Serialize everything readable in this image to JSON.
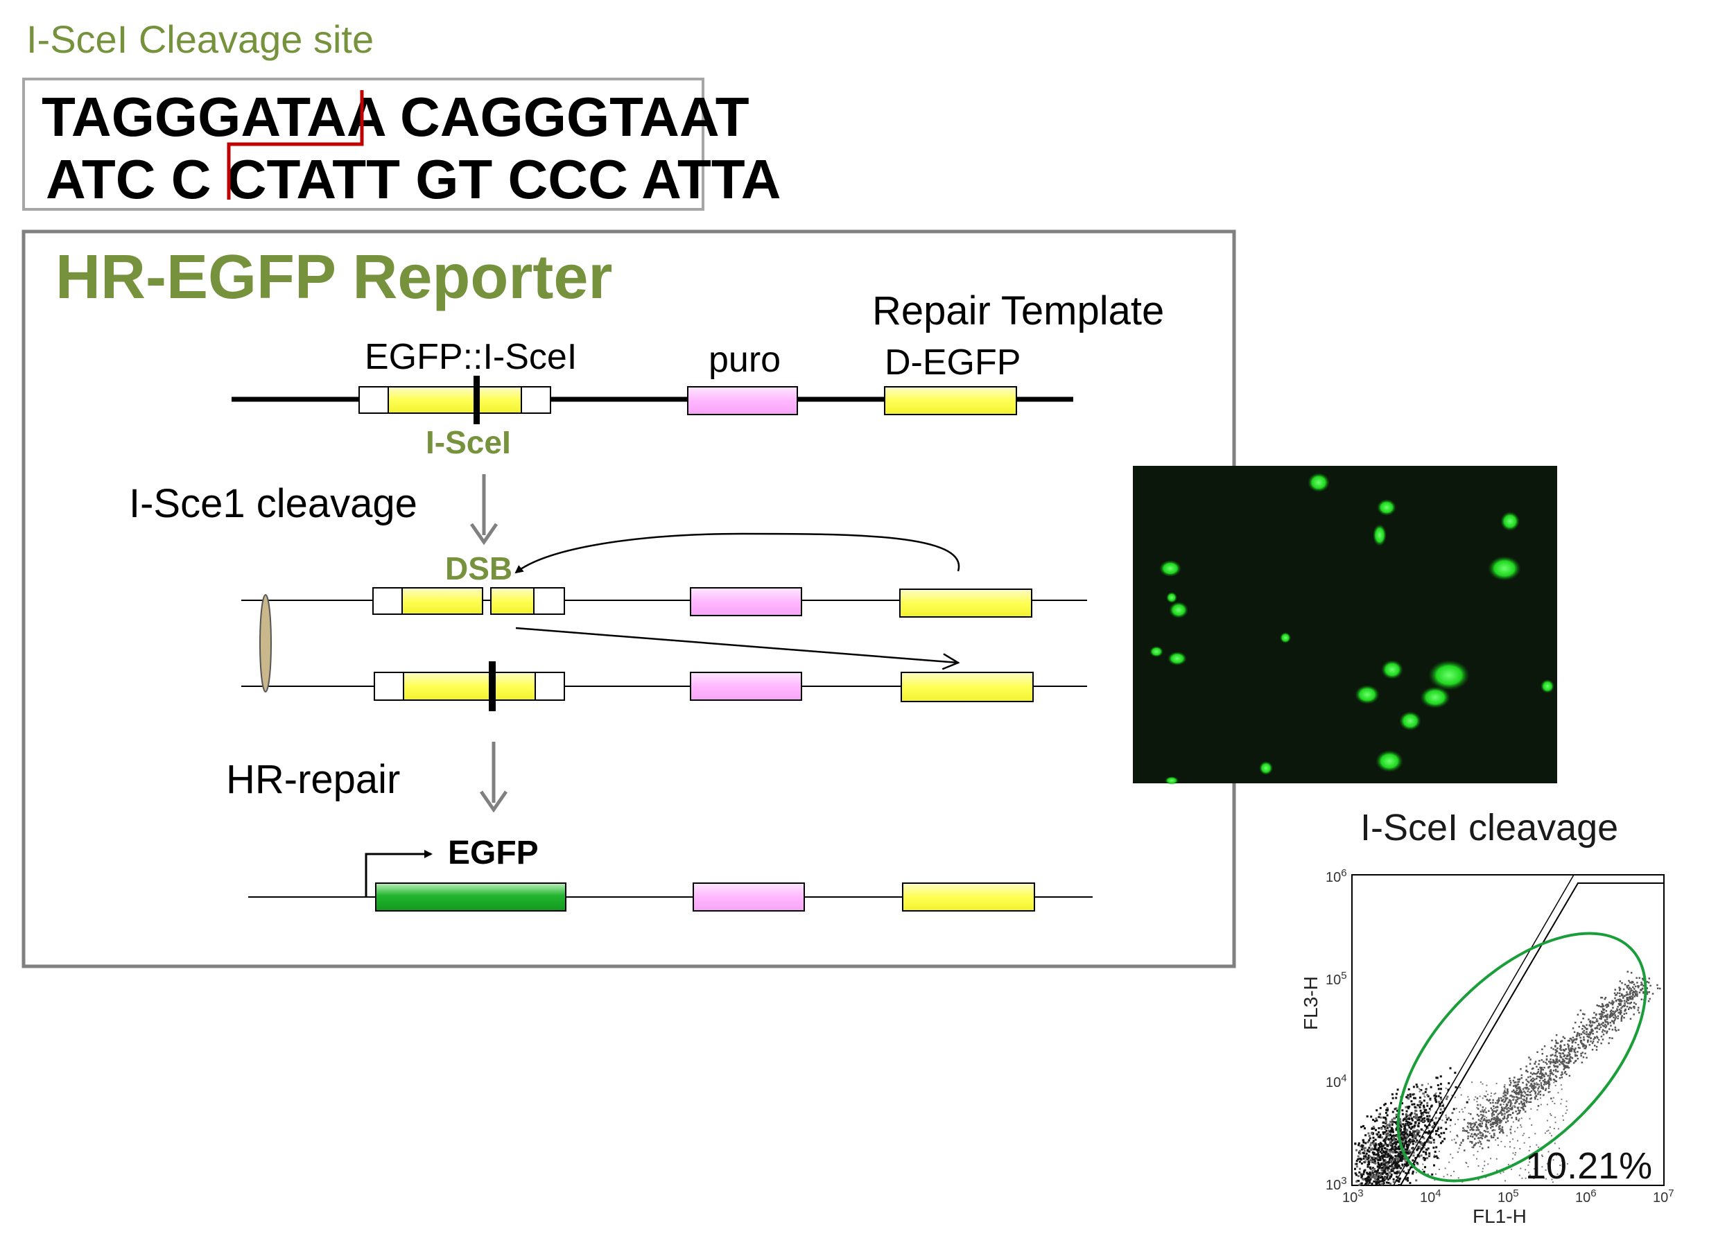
{
  "cleavage_site": {
    "title": "I-SceI Cleavage site",
    "top_strand": "TAGGGATAA CAGGGTAAT",
    "bottom_strand": "ATC C CTATT  GT CCC ATTA",
    "cut_color": "#c00000"
  },
  "reporter": {
    "title": "HR-EGFP Reporter",
    "labels": {
      "egfp_isce": "EGFP::I-SceI",
      "puro": "puro",
      "repair_template": "Repair Template",
      "d_egfp": "D-EGFP",
      "isce_site": "I-SceI",
      "cleavage_step": "I-Sce1 cleavage",
      "dsb": "DSB",
      "hr_repair": "HR-repair",
      "egfp": "EGFP"
    },
    "colors": {
      "egfp_box": "#ffff66",
      "puro_box": "#ffb3ff",
      "repaired_egfp": "#1fae2f",
      "title": "#76923c",
      "arrow": "#808080"
    }
  },
  "micrograph": {
    "icon": "fluorescence-micrograph",
    "background": "#0c1a0c",
    "cell_color": "#22dd22"
  },
  "facs": {
    "title": "I-SceI cleavage",
    "x_label": "FL1-H",
    "y_label": "FL3-H",
    "x_ticks": [
      "10",
      "10",
      "10",
      "10",
      "10"
    ],
    "x_tick_exp": [
      "3",
      "4",
      "5",
      "6",
      "7"
    ],
    "y_ticks": [
      "10",
      "10",
      "10",
      "10"
    ],
    "y_tick_exp": [
      "6",
      "5",
      "4",
      "3"
    ],
    "gate_percent": "10.21%",
    "gate_color": "#1a9e3a"
  }
}
